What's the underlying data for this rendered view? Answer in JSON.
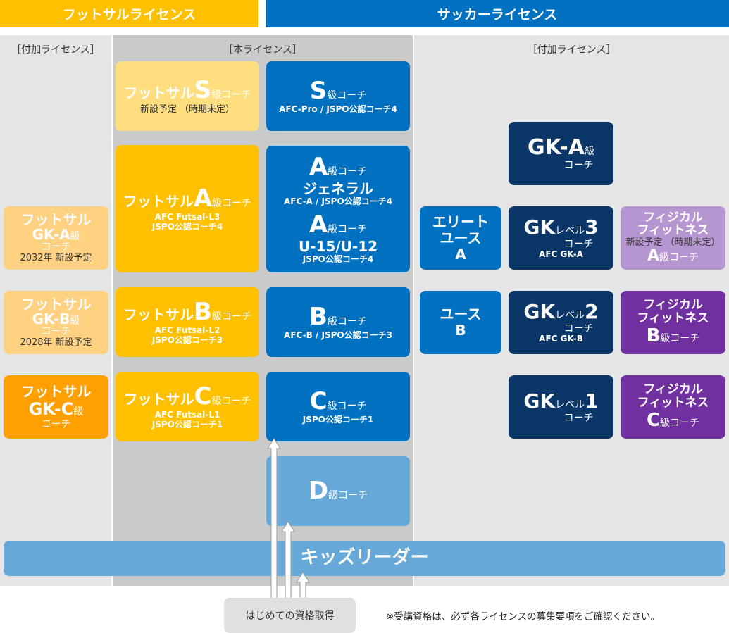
{
  "tabs": {
    "futsal": "フットサルライセンス",
    "soccer": "サッカーライセンス"
  },
  "headers": {
    "left": "［付加ライセンス］",
    "center": "［本ライセンス］",
    "right": "［付加ライセンス］"
  },
  "colors": {
    "futsal": "#ffc000",
    "soccer": "#0070c0",
    "gk": "#0b3668",
    "physical": "#7030a0",
    "light": "#66a8d8"
  },
  "common": {
    "futsal": "フットサル",
    "kyu": "級",
    "coach": "コーチ",
    "kyu_coach": "級コーチ",
    "level": "レベル",
    "physical1": "フィジカル",
    "physical2": "フィットネス",
    "gk": "GK"
  },
  "futsal_s": {
    "grade": "S",
    "note1": "新設予定",
    "note2": "（時期未定）"
  },
  "futsal_a": {
    "grade": "A",
    "sub1": "AFC Futsal-L3",
    "sub2": "JSPO公認コーチ4"
  },
  "futsal_b": {
    "grade": "B",
    "sub1": "AFC Futsal-L2",
    "sub2": "JSPO公認コーチ3"
  },
  "futsal_c": {
    "grade": "C",
    "sub1": "AFC Futsal-L1",
    "sub2": "JSPO公認コーチ1"
  },
  "futsal_gka": {
    "grade": "GK-A",
    "note1": "2032年",
    "note2": "新設予定"
  },
  "futsal_gkb": {
    "grade": "GK-B",
    "note1": "2028年",
    "note2": "新設予定"
  },
  "futsal_gkc": {
    "grade": "GK-C"
  },
  "s": {
    "grade": "S",
    "sub": "AFC-Pro / JSPO公認コーチ4"
  },
  "a": {
    "grade": "A",
    "general": "ジェネラル",
    "sub1": "AFC-A / JSPO公認コーチ4",
    "u": "U-15/U-12",
    "sub2": "JSPO公認コーチ4"
  },
  "b": {
    "grade": "B",
    "sub": "AFC-B / JSPO公認コーチ3"
  },
  "c": {
    "grade": "C",
    "sub": "JSPO公認コーチ1"
  },
  "d": {
    "grade": "D"
  },
  "gk_a": {
    "grade": "GK-A"
  },
  "elite": {
    "l1": "エリート",
    "l2": "ユース",
    "l3": "A"
  },
  "youth_b": {
    "l1": "ユース",
    "l2": "B"
  },
  "gk3": {
    "n": "3",
    "sub": "AFC GK-A"
  },
  "gk2": {
    "n": "2",
    "sub": "AFC GK-B"
  },
  "gk1": {
    "n": "1"
  },
  "phys_a": {
    "grade": "A",
    "note1": "新設予定",
    "note2": "（時期未定）"
  },
  "phys_b": {
    "grade": "B"
  },
  "phys_c": {
    "grade": "C"
  },
  "kids": "キッズリーダー",
  "start_button": "はじめての資格取得",
  "note": "※受講資格は、必ず各ライセンスの募集要項をご確認ください。"
}
